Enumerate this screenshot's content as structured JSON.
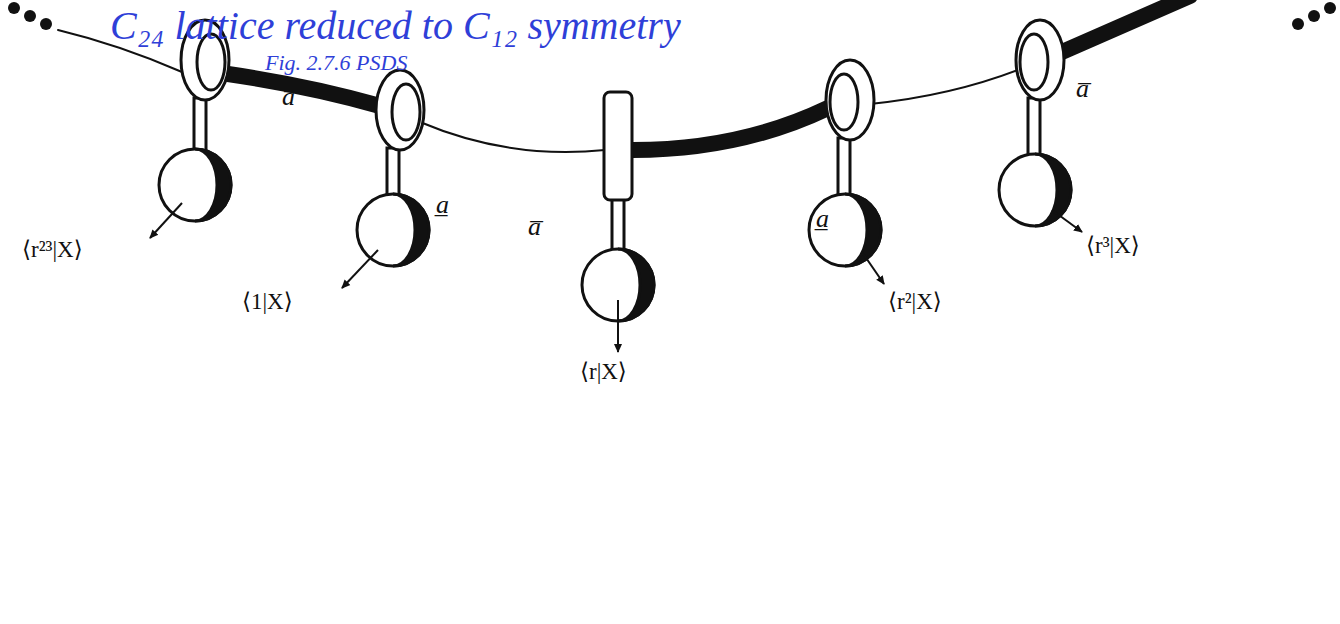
{
  "diagram": {
    "title": "C₂₄ lattice reduced to C₁₂ symmetry",
    "labels": [
      "Fig. 2.7.6 PSDS",
      "a̅",
      "a̲",
      "a̅",
      "a̲",
      "a̅",
      "⟨r²³|X⟩",
      "⟨1|X⟩",
      "⟨r|X⟩",
      "⟨r²|X⟩",
      "⟨r³|X⟩"
    ]
  }
}
